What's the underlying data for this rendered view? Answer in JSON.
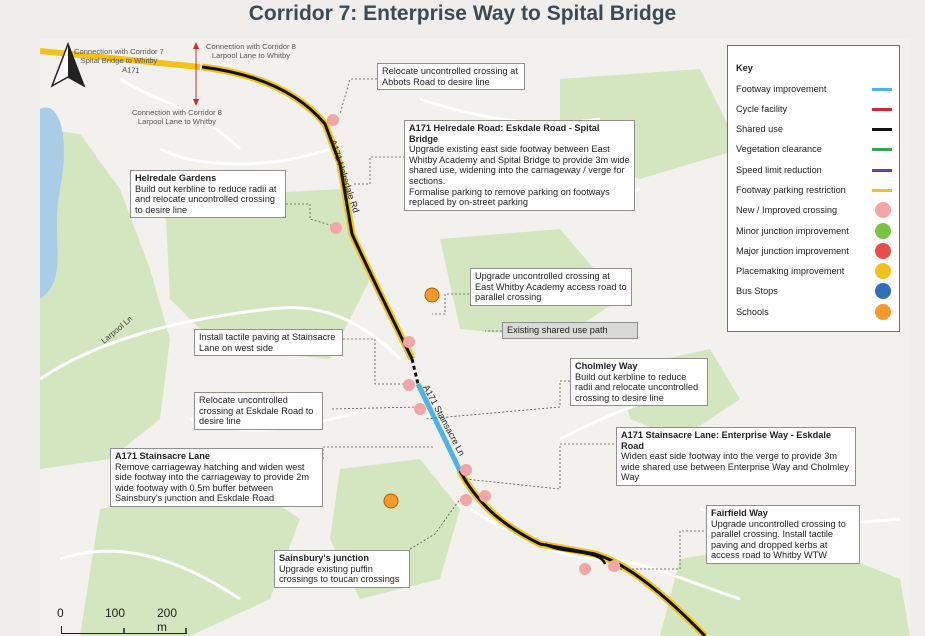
{
  "title": "Corridor 7: Enterprise Way to Spital Bridge",
  "map": {
    "road_labels": {
      "helredale": "A171 Helredale Rd",
      "stainsacre": "A171 Stainsacre Ln",
      "larpool": "Larpool Ln",
      "a171_top": "A171"
    },
    "connections": {
      "c7": "Connection with Corridor 7\nSpital Bridge to Whitby",
      "c8_top": "Connection with Corridor 8\nLarpool Lane to Whitby",
      "c8_bottom": "Connection with Corridor 8\nLarpool Lane to Whitby"
    }
  },
  "callouts": {
    "abbots": {
      "title": "",
      "text": "Relocate uncontrolled crossing at Abbots Road to desire line"
    },
    "helredale_road": {
      "title": "A171 Helredale Road: Eskdale Road - Spital Bridge",
      "text": "Upgrade existing east side footway  between East Whitby Academy and Spital Bridge to provide 3m wide shared use, widening into the carriageway / verge for sections.\nFormalise parking to remove parking on footways replaced by on-street parking"
    },
    "helredale_gardens": {
      "title": "Helredale Gardens",
      "text": "Build out kerbline to reduce radii at and relocate uncontrolled crossing to desire line"
    },
    "academy": {
      "title": "",
      "text": "Upgrade uncontrolled crossing at East Whitby Academy access road to parallel crossing"
    },
    "tactile": {
      "title": "",
      "text": "Install tactile paving at Stainsacre Lane on west side"
    },
    "existing_path": {
      "title": "",
      "text": "Existing shared use path"
    },
    "cholmley": {
      "title": "Cholmley Way",
      "text": "Build out kerbline to reduce radii and relocate uncontrolled crossing to desire line"
    },
    "eskdale": {
      "title": "",
      "text": "Relocate uncontrolled crossing at Eskdale Road to desire line"
    },
    "stainsacre_lane": {
      "title": "A171 Stainsacre Lane",
      "text": "Remove carriageway hatching and widen west side footway into the carriageway to provide 2m wide footway with 0.5m buffer between Sainsbury's junction and Eskdale Road"
    },
    "enterprise": {
      "title": "A171 Stainsacre Lane: Enterprise Way - Eskdale Road",
      "text": "Widen east side footway into the verge to provide 3m wide shared use between Enterprise Way and Cholmley Way"
    },
    "fairfield": {
      "title": "Fairfield Way",
      "text": "Upgrade uncontrolled crossing to parallel crossing. Install tactile paving and dropped kerbs at access road to Whitby WTW"
    },
    "sainsburys": {
      "title": "Sainsbury's junction",
      "text": "Upgrade existing puffin crossings to toucan crossings"
    }
  },
  "key": {
    "title": "Key",
    "items": [
      {
        "label": "Footway improvement",
        "type": "line",
        "color": "#4fb3e8"
      },
      {
        "label": "Cycle facility",
        "type": "line",
        "color": "#d7262f"
      },
      {
        "label": "Shared use",
        "type": "line",
        "color": "#111111"
      },
      {
        "label": "Vegetation clearance",
        "type": "line",
        "color": "#2ea84a"
      },
      {
        "label": "Speed limit reduction",
        "type": "line",
        "color": "#6a3fa0"
      },
      {
        "label": "Footway parking restriction",
        "type": "line",
        "color": "#f2c21a"
      },
      {
        "label": "New / Improved crossing",
        "type": "icon",
        "color": "#f4a6a6",
        "icon": "pedestrian-icon"
      },
      {
        "label": "Minor junction improvement",
        "type": "icon",
        "color": "#7cc243",
        "icon": "junction-icon"
      },
      {
        "label": "Major junction improvement",
        "type": "icon",
        "color": "#ea4b4b",
        "icon": "junction-icon"
      },
      {
        "label": "Placemaking improvement",
        "type": "icon",
        "color": "#f2c21a",
        "icon": "bench-icon"
      },
      {
        "label": "Bus Stops",
        "type": "icon",
        "color": "#2f6fb7",
        "icon": "bus-icon"
      },
      {
        "label": "Schools",
        "type": "icon",
        "color": "#f39a2b",
        "icon": "school-icon"
      }
    ]
  },
  "scale": {
    "labels": [
      "0",
      "100",
      "200 m"
    ]
  }
}
